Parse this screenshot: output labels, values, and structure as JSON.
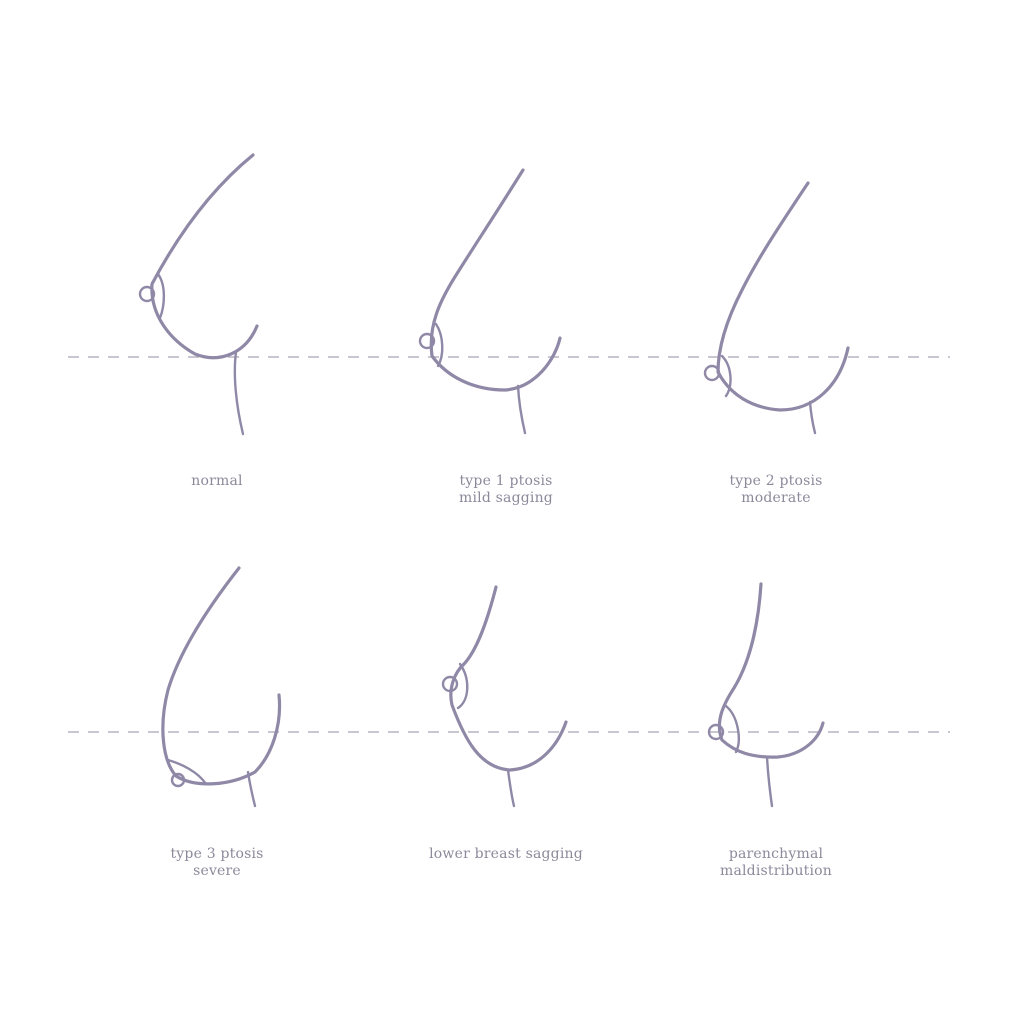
{
  "colors": {
    "stroke": "#8f88a6",
    "caption": "#8d899b",
    "guide": "#a7a4b3"
  },
  "panels": [
    {
      "id": "normal",
      "caption": [
        "normal"
      ]
    },
    {
      "id": "type1",
      "caption": [
        "type 1 ptosis",
        "mild sagging"
      ]
    },
    {
      "id": "type2",
      "caption": [
        "type 2 ptosis",
        "moderate"
      ]
    },
    {
      "id": "type3",
      "caption": [
        "type 3 ptosis",
        "severe"
      ]
    },
    {
      "id": "lower",
      "caption": [
        "lower breast sagging"
      ]
    },
    {
      "id": "parenchymal",
      "caption": [
        "parenchymal",
        "maldistribution"
      ]
    }
  ]
}
